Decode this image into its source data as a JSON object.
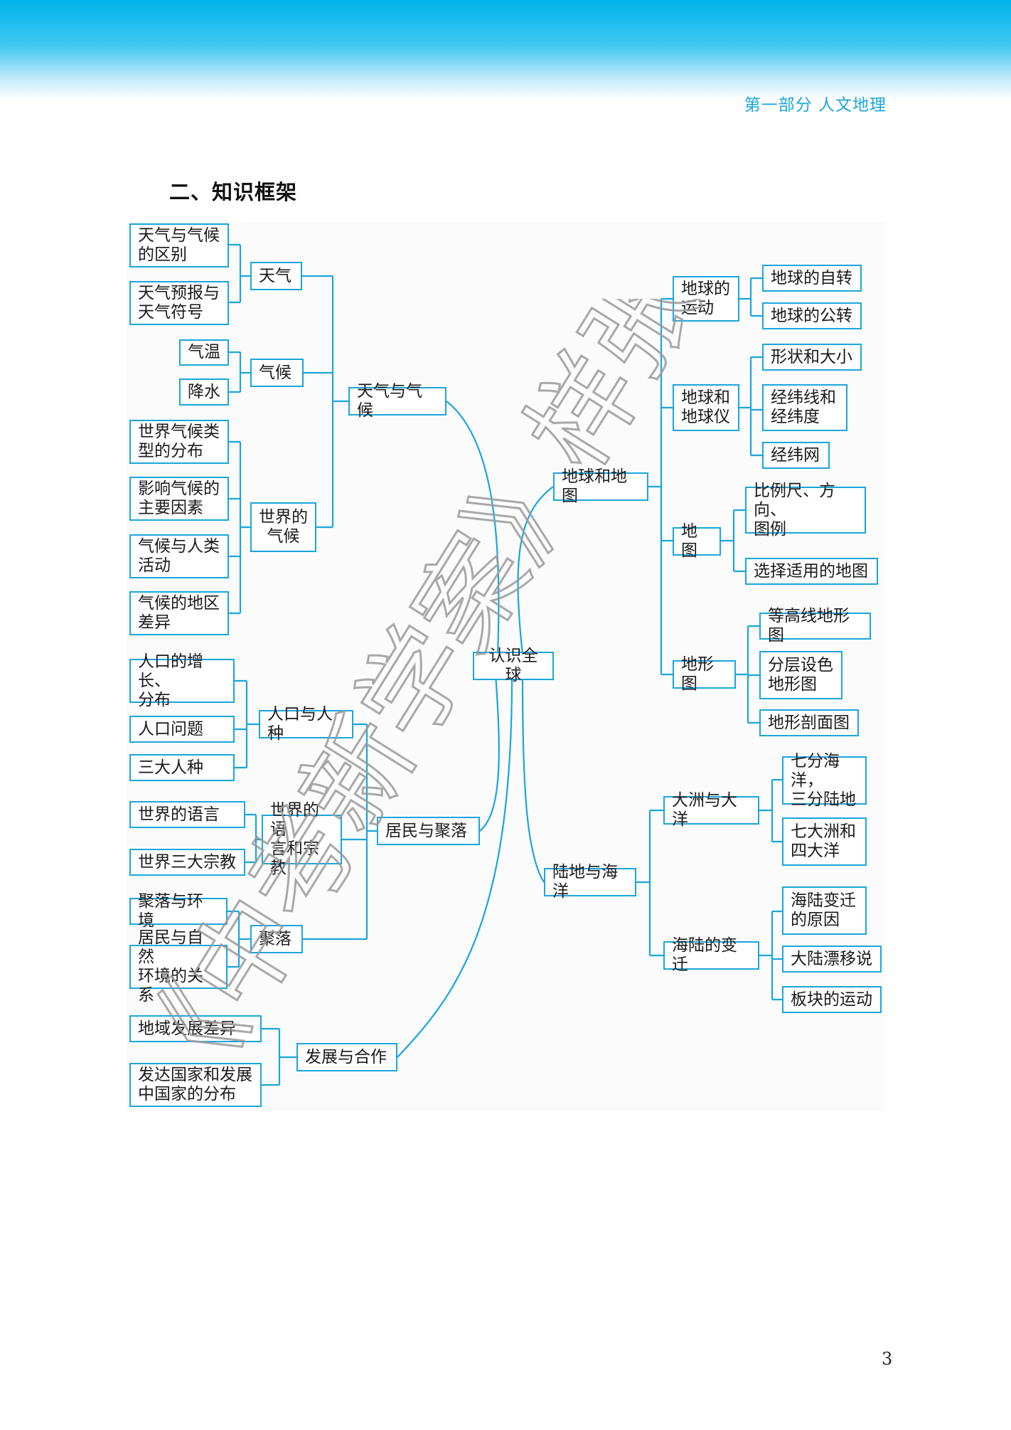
{
  "header": {
    "section": "第一部分   人文地理"
  },
  "heading": "二、知识框架",
  "page_number": "3",
  "watermark": "《中考新学案》样张",
  "colors": {
    "band": "#00b4ec",
    "box_border": "#1aa6dc",
    "line": "#1aa6dc",
    "watermark": "#9a9a9a"
  },
  "diagram": {
    "root": "认识全球",
    "branches": {
      "weather_climate": {
        "label": "天气与气候",
        "weather": {
          "label": "天气",
          "items": [
            "天气与气候\n的区别",
            "天气预报与\n天气符号"
          ]
        },
        "climate": {
          "label": "气候",
          "items": [
            "气温",
            "降水"
          ]
        },
        "world_climate": {
          "label": "世界的\n气候",
          "items": [
            "世界气候类\n型的分布",
            "影响气候的\n主要因素",
            "气候与人类\n活动",
            "气候的地区\n差异"
          ]
        }
      },
      "residents": {
        "label": "居民与聚落",
        "population": {
          "label": "人口与人种",
          "items": [
            "人口的增长、\n分布",
            "人口问题",
            "三大人种"
          ]
        },
        "language": {
          "label": "世界的语\n言和宗教",
          "items": [
            "世界的语言",
            "世界三大宗教"
          ]
        },
        "settlement": {
          "label": "聚落",
          "items": [
            "聚落与环境",
            "居民与自然\n环境的关系"
          ]
        }
      },
      "development": {
        "label": "发展与合作",
        "items": [
          "地域发展差异",
          "发达国家和发展\n中国家的分布"
        ]
      },
      "earth_map": {
        "label": "地球和地图",
        "motion": {
          "label": "地球的\n运动",
          "items": [
            "地球的自转",
            "地球的公转"
          ]
        },
        "globe": {
          "label": "地球和\n地球仪",
          "items": [
            "形状和大小",
            "经纬线和\n经纬度",
            "经纬网"
          ]
        },
        "map": {
          "label": "地图",
          "items": [
            "比例尺、方向、\n图例",
            "选择适用的地图"
          ]
        },
        "terrain": {
          "label": "地形图",
          "items": [
            "等高线地形图",
            "分层设色\n地形图",
            "地形剖面图"
          ]
        }
      },
      "land_sea": {
        "label": "陆地与海洋",
        "continents": {
          "label": "大洲与大洋",
          "items": [
            "七分海洋，\n三分陆地",
            "七大洲和\n四大洋"
          ]
        },
        "changes": {
          "label": "海陆的变迁",
          "items": [
            "海陆变迁\n的原因",
            "大陆漂移说",
            "板块的运动"
          ]
        }
      }
    }
  }
}
